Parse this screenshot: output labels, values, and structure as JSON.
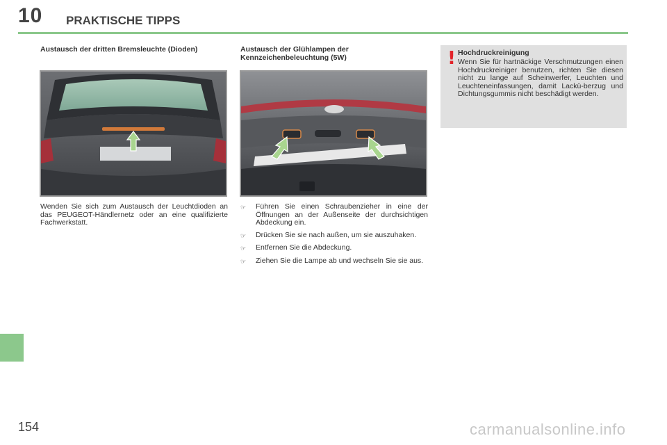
{
  "header": {
    "chapter_number": "10",
    "chapter_title": "PRAKTISCHE TIPPS"
  },
  "section1": {
    "heading": "Austausch der dritten Bremsleuchte (Dioden)",
    "text": "Wenden Sie sich zum Austausch der Leuchtdioden an das PEUGEOT-Händlernetz oder an eine qualifizierte Fachwerkstatt."
  },
  "section2": {
    "heading_line1": "Austausch der Glühlampen der",
    "heading_line2": "Kennzeichenbeleuchtung (5W)",
    "bullet_icon": "pointing-hand-icon",
    "steps": [
      "Führen Sie einen Schraubenzieher in eine der Öffnungen an der Außenseite der durchsichtigen Abdeckung ein.",
      "Drücken Sie sie nach außen, um sie auszuhaken.",
      "Entfernen Sie die Abdeckung.",
      "Ziehen Sie die Lampe ab und wechseln Sie sie aus."
    ]
  },
  "notice": {
    "icon": "exclamation-icon",
    "title": "Hochdruckreinigung",
    "text": "Wenn Sie für hartnäckige Verschmutzungen einen Hochdruckreiniger benutzen, richten Sie diesen nicht zu lange auf Scheinwerfer, Leuchten und Leuchteneinfassungen, damit Lackü-berzug und Dichtungsgummis nicht beschädigt werden."
  },
  "footer": {
    "page_number": "154",
    "watermark": "carmanualsonline.info"
  },
  "colors": {
    "accent_green": "#8cc88c",
    "notice_bg": "#e0e0e0",
    "warning_red": "#e2232a",
    "arrow_green": "#a9d58f"
  }
}
